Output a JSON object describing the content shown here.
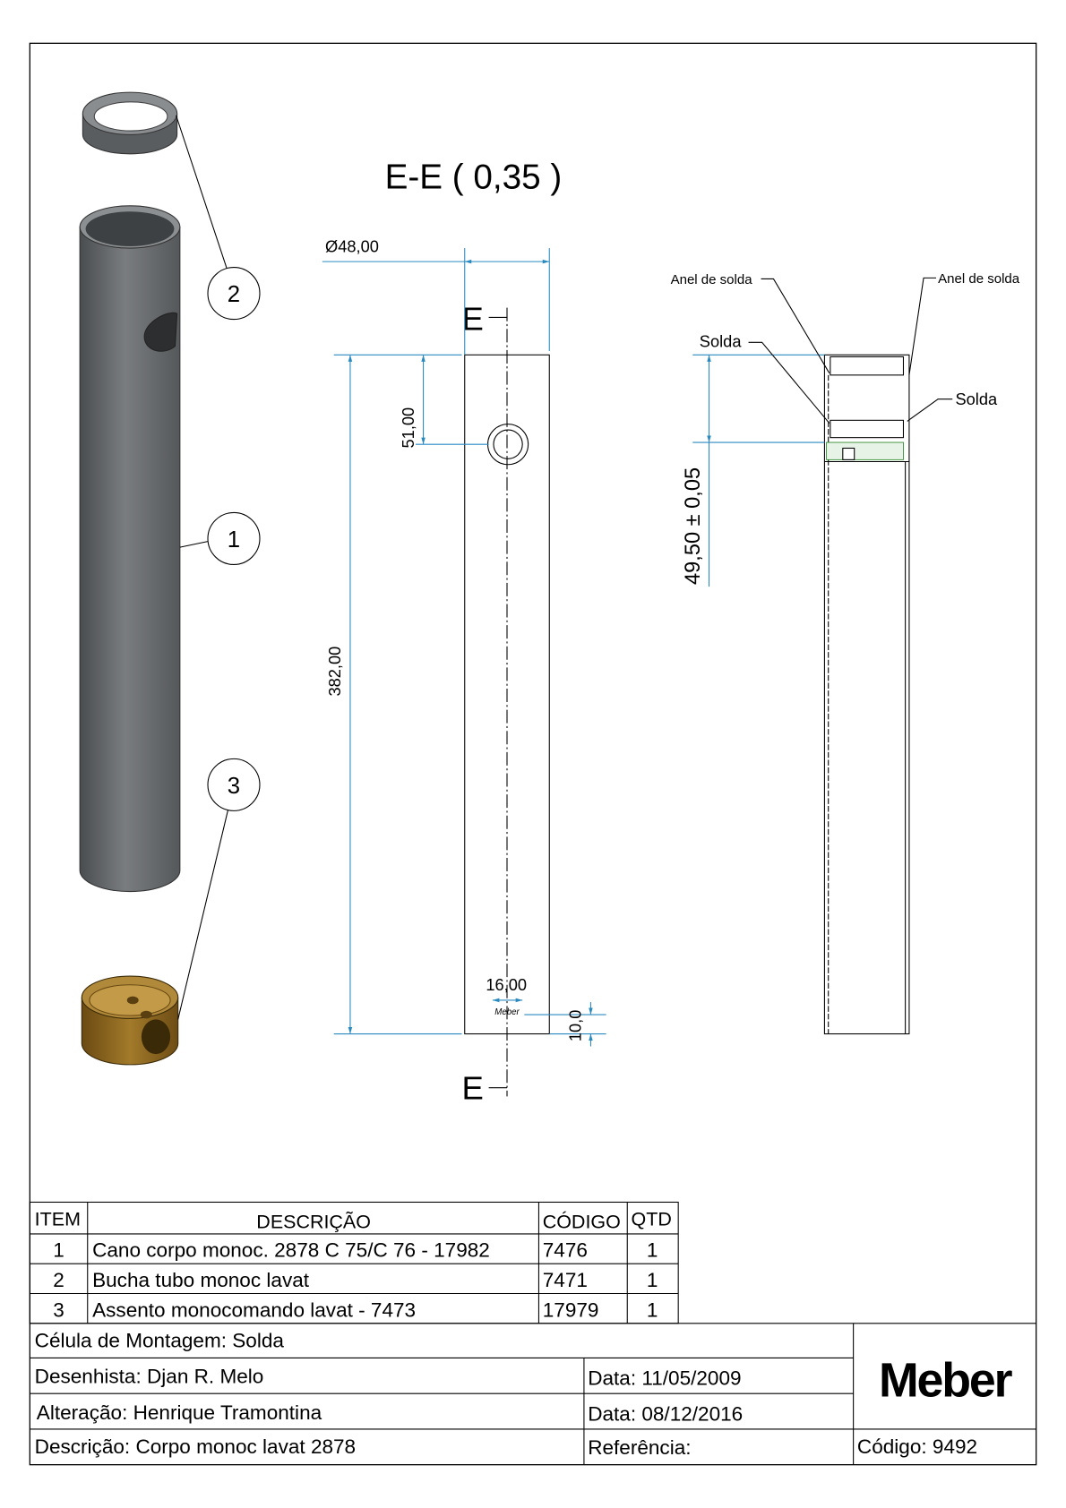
{
  "view_title": "E-E  ( 0,35 )",
  "section_label": "E",
  "dimensions": {
    "diameter": "Ø48,00",
    "length": "382,00",
    "hole_offset": "51,00",
    "mark_width": "16,00",
    "mark_offset": "10,0",
    "ring_depth": "49,50 ± 0,05"
  },
  "callouts": {
    "anel_left": "Anel de solda",
    "anel_right": "Anel de solda",
    "solda_left": "Solda",
    "solda_right": "Solda",
    "mark_text": "Meber"
  },
  "balloons": [
    "2",
    "1",
    "3"
  ],
  "colors": {
    "dimension": "#2a8ac0",
    "tube": "#6b6e70",
    "brass": "#8a6420"
  },
  "bom": {
    "headers": [
      "ITEM",
      "DESCRIÇÃO",
      "CÓDIGO",
      "QTD"
    ],
    "rows": [
      [
        "1",
        "Cano corpo monoc. 2878 C 75/C 76 - 17982",
        "7476",
        "1"
      ],
      [
        "2",
        "Bucha tubo monoc lavat",
        "7471",
        "1"
      ],
      [
        "3",
        "Assento monocomando lavat - 7473",
        "17979",
        "1"
      ]
    ]
  },
  "title_block": {
    "cell": "Célula de Montagem: Solda",
    "drafter": "Desenhista: Djan R. Melo",
    "drafter_date": "Data: 11/05/2009",
    "revision": "Alteração: Henrique Tramontina",
    "revision_date": "Data: 08/12/2016",
    "description": "Descrição: Corpo monoc lavat 2878",
    "reference": "Referência:",
    "code": "Código: 9492",
    "logo": "Meber"
  }
}
